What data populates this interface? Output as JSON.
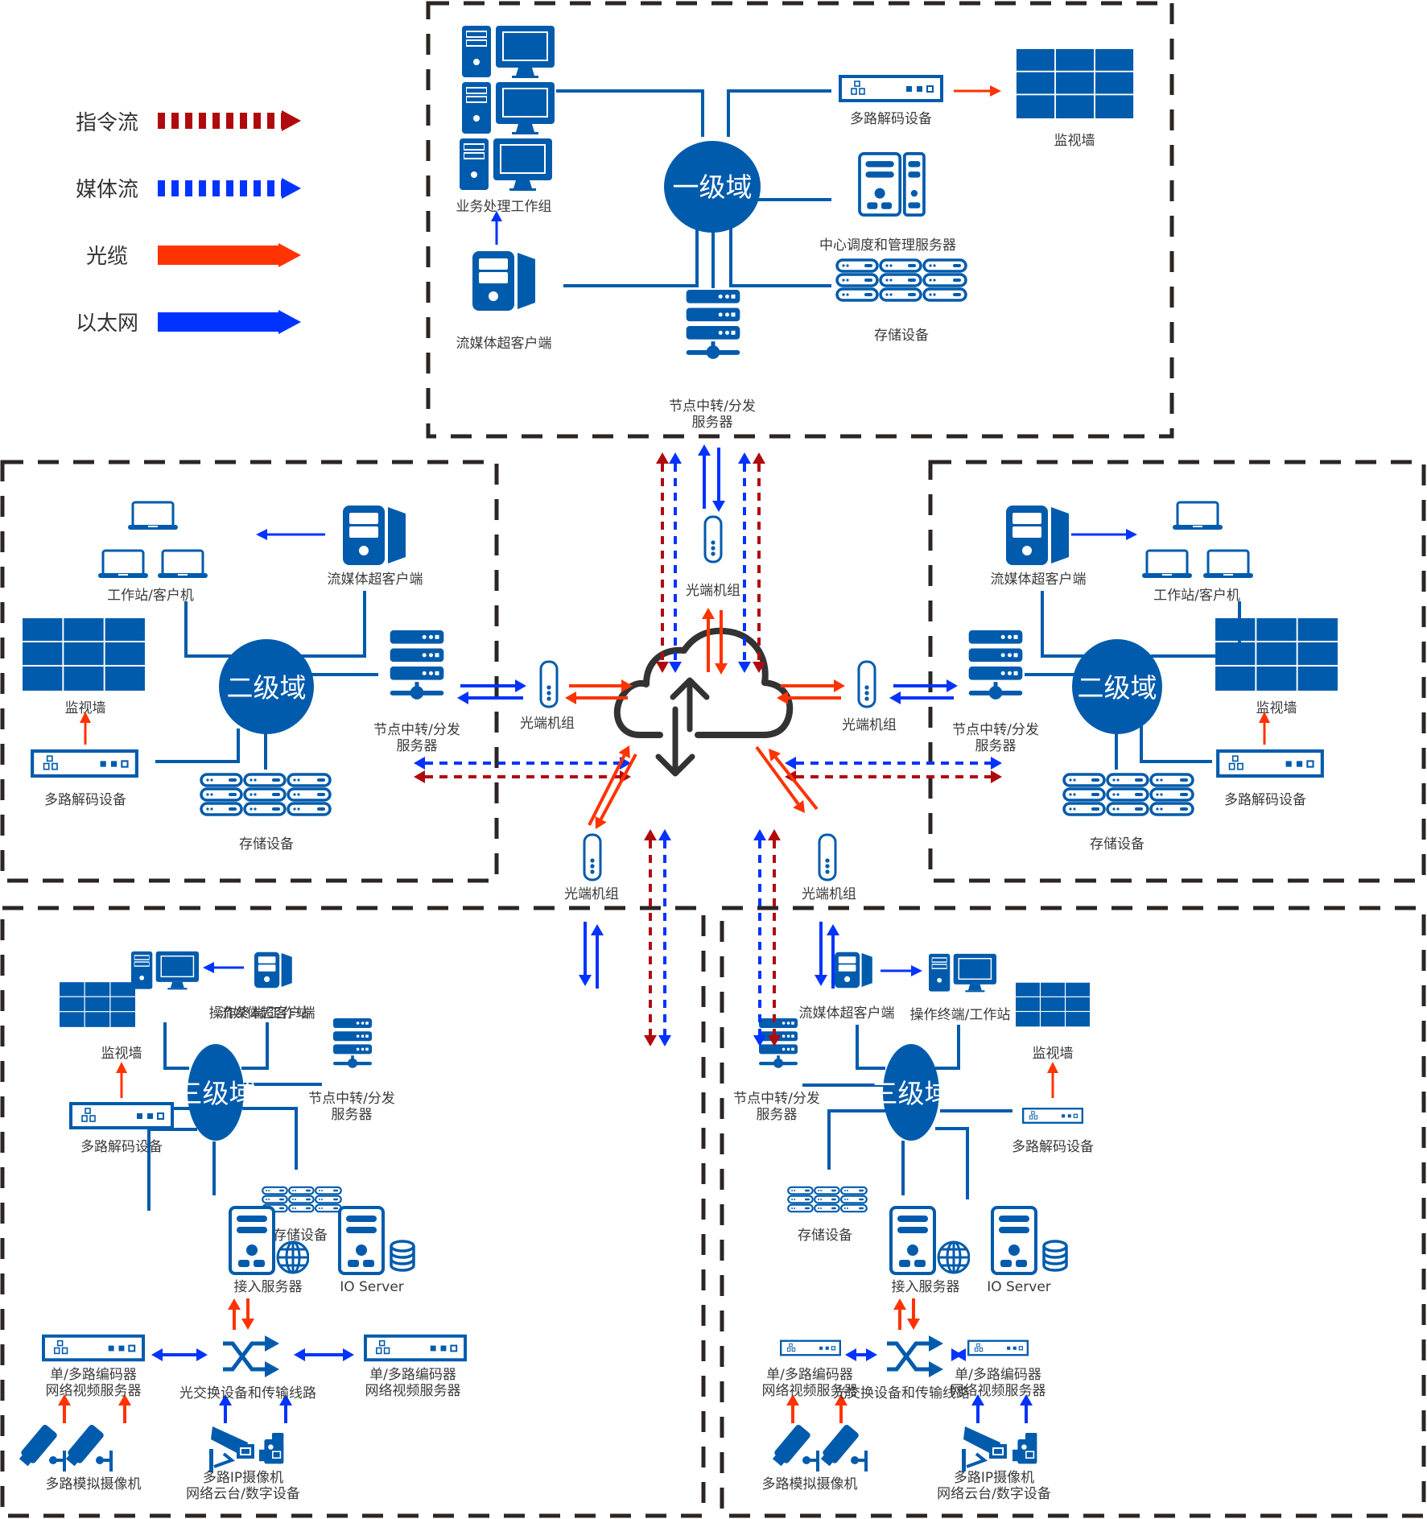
{
  "legend": {
    "items": [
      {
        "label": "指令流",
        "style": "dashed",
        "color": "#b00a0f"
      },
      {
        "label": "媒体流",
        "style": "dashed",
        "color": "#0033ff"
      },
      {
        "label": "光缆",
        "style": "solid",
        "color": "#ff3300"
      },
      {
        "label": "以太网",
        "style": "solid",
        "color": "#0033ff"
      }
    ]
  },
  "colors": {
    "device": "#005bac",
    "command_flow": "#b00a0f",
    "media_flow": "#0033ff",
    "fiber": "#ff3300",
    "ethernet": "#0033ff",
    "box_border": "#2b2523",
    "cloud": "#333333"
  },
  "domain1": {
    "hub": "一级域",
    "workstations": "业务处理工作组",
    "streaming_client": "流媒体超客户端",
    "node_server": "节点中转/分发",
    "node_server_line2": "服务器",
    "decoder": "多路解码设备",
    "video_wall": "监视墙",
    "center_server": "中心调度和管理服务器",
    "storage": "存储设备"
  },
  "domain2_left": {
    "hub": "二级域",
    "workstations": "工作站/客户机",
    "streaming_client": "流媒体超客户端",
    "video_wall": "监视墙",
    "node_server": "节点中转/分发",
    "node_server_line2": "服务器",
    "decoder": "多路解码设备",
    "storage": "存储设备"
  },
  "domain2_right": {
    "hub": "二级域",
    "workstations": "工作站/客户机",
    "streaming_client": "流媒体超客户端",
    "video_wall": "监视墙",
    "node_server": "节点中转/分发",
    "node_server_line2": "服务器",
    "decoder": "多路解码设备",
    "storage": "存储设备"
  },
  "domain3_left": {
    "hub": "三级域",
    "operator_terminal": "操作终端/工作站",
    "streaming_client": "流媒体超客户端",
    "video_wall": "监视墙",
    "decoder": "多路解码设备",
    "node_server": "节点中转/分发",
    "node_server_line2": "服务器",
    "storage": "存储设备",
    "access_server": "接入服务器",
    "io_server": "IO Server",
    "encoder_left": "单/多路编码器",
    "encoder_left_line2": "网络视频服务器",
    "switch": "光交换设备和传输线路",
    "encoder_right": "单/多路编码器",
    "encoder_right_line2": "网络视频服务器",
    "analog_cameras": "多路模拟摄像机",
    "ip_cameras": "多路IP摄像机",
    "ip_cameras_line2": "网络云台/数字设备"
  },
  "domain3_right": {
    "hub": "三级域",
    "operator_terminal": "操作终端/工作站",
    "streaming_client": "流媒体超客户端",
    "video_wall": "监视墙",
    "decoder": "多路解码设备",
    "node_server": "节点中转/分发",
    "node_server_line2": "服务器",
    "storage": "存储设备",
    "access_server": "接入服务器",
    "io_server": "IO Server",
    "encoder_left": "单/多路编码器",
    "encoder_left_line2": "网络视频服务器",
    "switch": "光交换设备和传输线路",
    "encoder_right": "单/多路编码器",
    "encoder_right_line2": "网络视频服务器",
    "analog_cameras": "多路模拟摄像机",
    "ip_cameras": "多路IP摄像机",
    "ip_cameras_line2": "网络云台/数字设备"
  },
  "center": {
    "optical_terminal_top": "光端机组",
    "optical_terminal_left": "光端机组",
    "optical_terminal_right": "光端机组",
    "optical_terminal_bottom_left": "光端机组",
    "optical_terminal_bottom_right": "光端机组"
  }
}
